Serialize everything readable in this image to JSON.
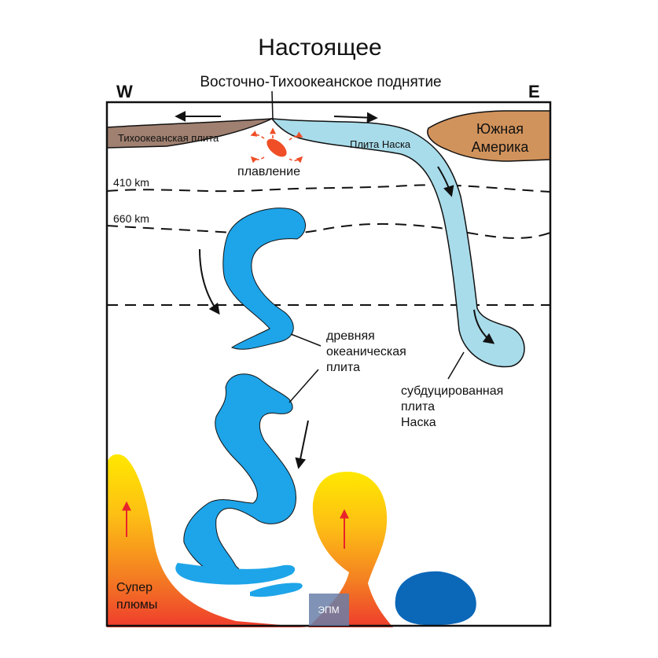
{
  "title": "Настоящее",
  "ridge_label": "Восточно-Тихоокеанское поднятие",
  "compass": {
    "west": "W",
    "east": "E"
  },
  "plates": {
    "pacific": "Тихоокеанская плита",
    "nazca": "Плита Наска",
    "south_america": [
      "Южная",
      "Америка"
    ]
  },
  "melting_label": "плавление",
  "depths": [
    "410 km",
    "660 km"
  ],
  "ancient_slab_label": [
    "древняя",
    "океаническая",
    "плита"
  ],
  "subducted_label": [
    "субдуцированная",
    "плита",
    "Наска"
  ],
  "superplume_label": [
    "Супер",
    "плюмы"
  ],
  "watermark": "ЭПМ",
  "colors": {
    "pacific_plate": "#a08070",
    "nazca_plate": "#a8dcea",
    "south_america": "#d1935c",
    "ancient_slab": "#1ea4e8",
    "plume_top": "#ffe800",
    "plume_bottom": "#ef3c2d",
    "melting": "#ef4e26",
    "blob": "#0b67b8",
    "badge": "#6a7fa8"
  }
}
